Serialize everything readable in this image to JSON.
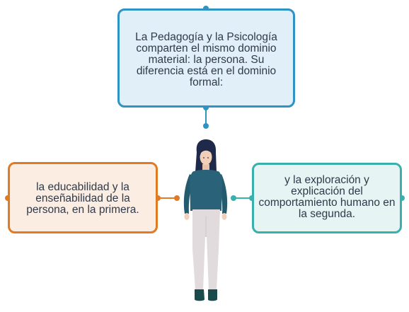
{
  "center": {
    "text": "La Pedagogía y la Psicología comparten el mismo dominio material: la persona. Su diferencia está en el dominio formal:"
  },
  "left": {
    "text": "la educabilidad y la enseñabilidad de la persona, en la primera."
  },
  "right": {
    "text": "y la exploración y explicación del comportamiento humano en la segunda."
  },
  "colors": {
    "top_border": "#2f93c4",
    "top_fill": "#e1f0f8",
    "left_border": "#e07a24",
    "left_fill": "#fbede2",
    "right_border": "#39b0ac",
    "right_fill": "#e6f4f4",
    "text": "#2e3a4a"
  },
  "figure": {
    "icon": "woman-figure-icon"
  }
}
